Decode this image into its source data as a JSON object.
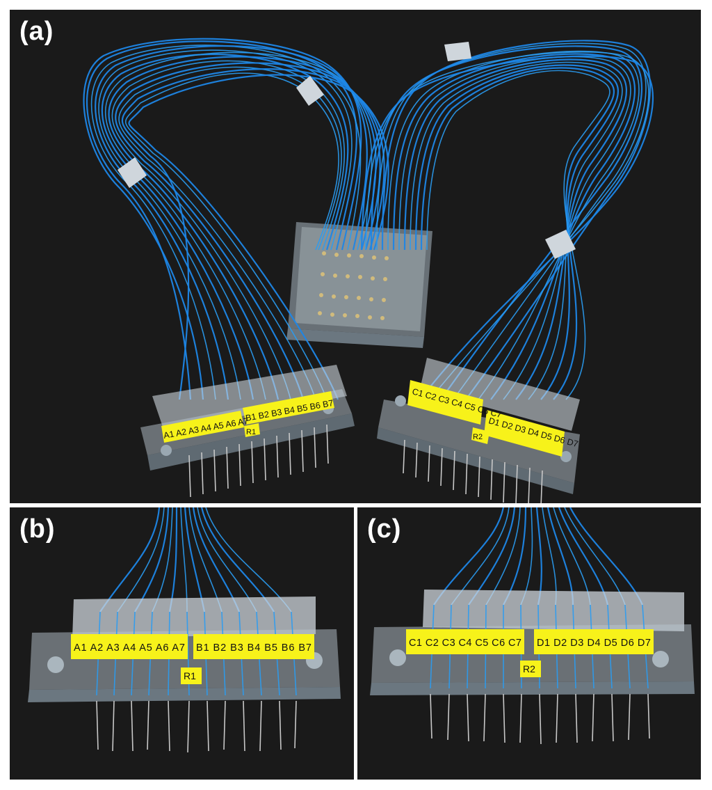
{
  "panels": {
    "a": {
      "letter": "(a)",
      "r_left": "R1",
      "r_right": "R2"
    },
    "b": {
      "letter": "(b)",
      "r": "R1"
    },
    "c": {
      "letter": "(c)",
      "r": "R2"
    }
  },
  "labels": {
    "group_a": "A1 A2 A3 A4 A5 A6 A7",
    "group_b": "B1 B2 B3 B4 B5 B6 B7",
    "group_c": "C1 C2 C3 C4 C5 C6 C7",
    "group_d": "D1 D2 D3 D4 D5 D6 D7"
  },
  "colors": {
    "background": "#1a1a1a",
    "wire": "#1e86e6",
    "label_yellow": "#f7f21a",
    "acrylic": "#b9c6cf",
    "tape": "#cfd6dc"
  }
}
